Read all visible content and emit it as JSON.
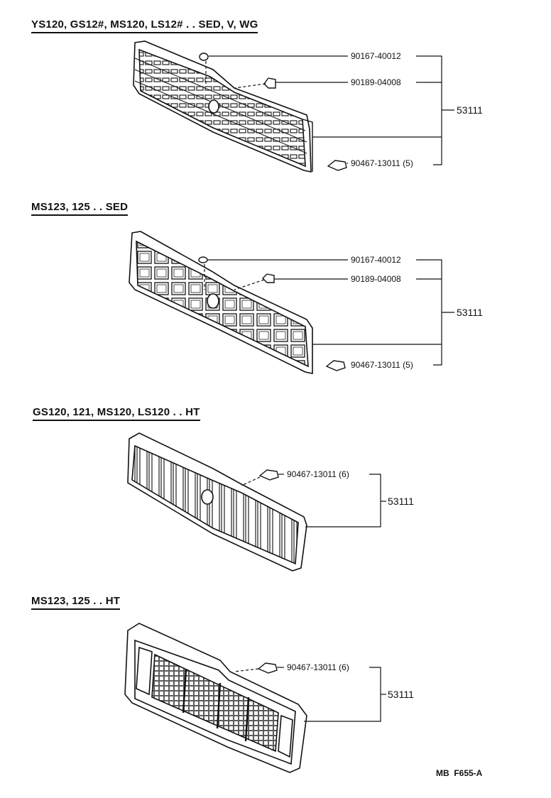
{
  "sections": [
    {
      "heading": "YS120, GS12#, MS120, LS12# . . SED, V, WG",
      "parts": [
        "90167-40012",
        "90189-04008",
        "90467-13011 (5)"
      ],
      "assembly": "53111"
    },
    {
      "heading": "MS123, 125 . . SED",
      "parts": [
        "90167-40012",
        "90189-04008",
        "90467-13011 (5)"
      ],
      "assembly": "53111"
    },
    {
      "heading": "GS120, 121, MS120, LS120 . . HT",
      "parts": [
        "90467-13011 (6)"
      ],
      "assembly": "53111"
    },
    {
      "heading": "MS123, 125 . . HT",
      "parts": [
        "90467-13011 (6)"
      ],
      "assembly": "53111"
    }
  ],
  "footer": "MB  F655-A"
}
